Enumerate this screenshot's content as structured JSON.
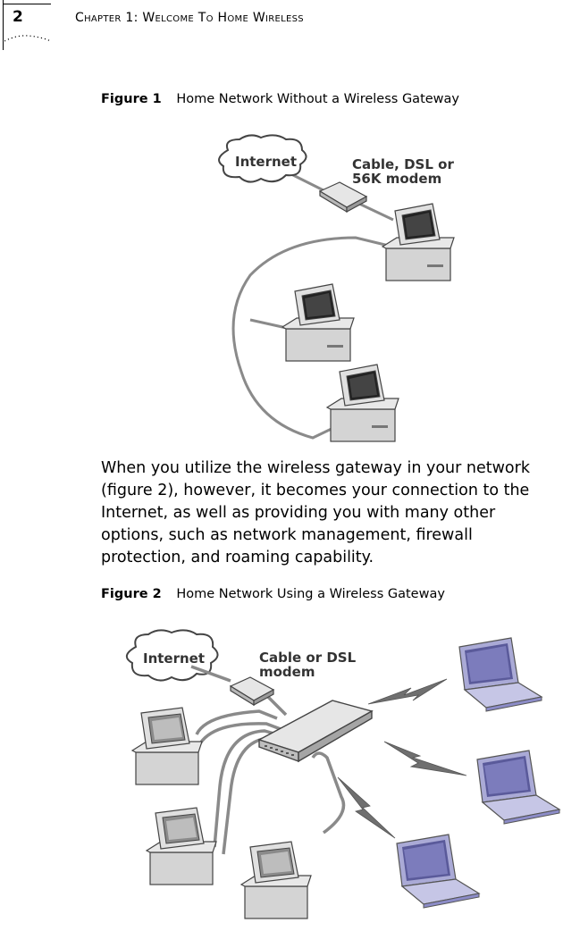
{
  "header": {
    "page_number": "2",
    "chapter_title": "Chapter 1: Welcome To Home Wireless"
  },
  "figure1": {
    "label": "Figure 1",
    "caption": "Home Network Without a Wireless Gateway",
    "internet_label": "Internet",
    "modem_label_line1": "Cable, DSL or",
    "modem_label_line2": "56K modem"
  },
  "body_text": "When you utilize the wireless gateway in your network (figure 2), however, it becomes your connection to the Internet, as well as providing you with many other options, such as network management, firewall protection, and roaming capability.",
  "figure2": {
    "label": "Figure 2",
    "caption": "Home Network Using a Wireless Gateway",
    "internet_label": "Internet",
    "modem_label_line1": "Cable or DSL",
    "modem_label_line2": "modem"
  },
  "colors": {
    "device_gray": "#d4d4d4",
    "cable_gray": "#8a8a8a",
    "laptop_purple": "#8c8cc8",
    "bolt_gray": "#6f6f6f"
  }
}
